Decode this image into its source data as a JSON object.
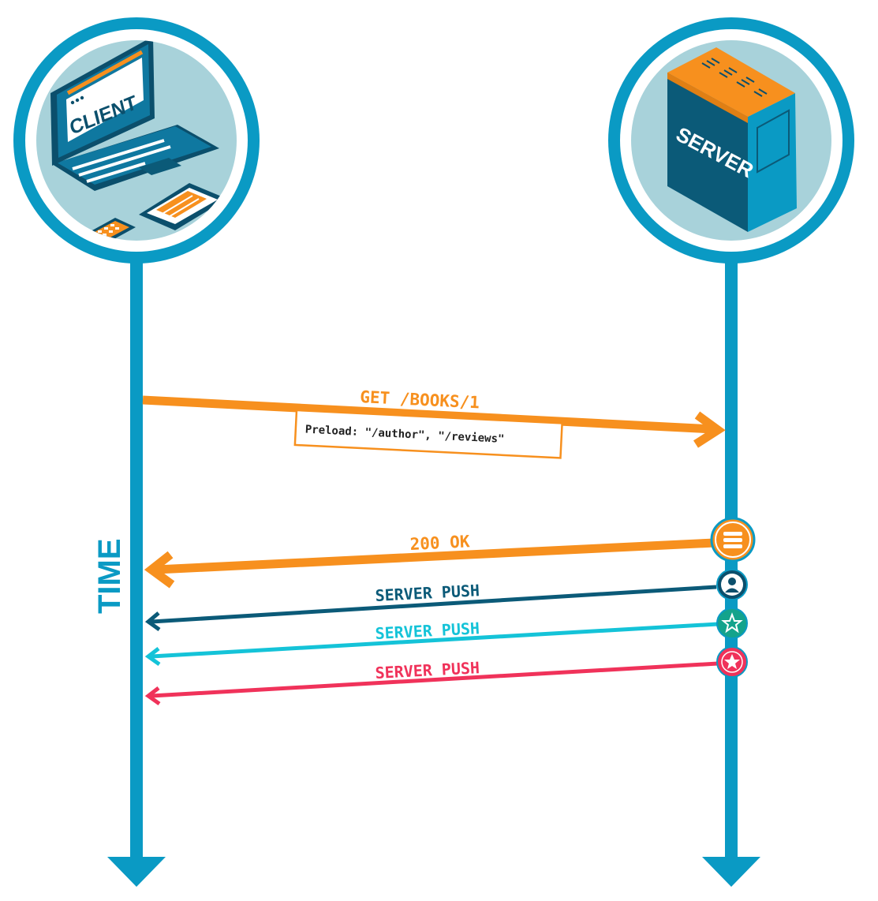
{
  "colors": {
    "timeline": "#0a9ac4",
    "circle_fill": "#a8d2da",
    "orange": "#f7901e",
    "navy": "#0b5a78",
    "cyan": "#14c3d8",
    "red": "#f0325a",
    "dark_blue": "#0b4f6c"
  },
  "client": {
    "label": "CLIENT",
    "icon": "laptop-phone-tablet"
  },
  "server": {
    "label": "SERVER",
    "icon": "server-tower"
  },
  "time_label": "TIME",
  "request": {
    "label": "GET /BOOKS/1",
    "header": "Preload: \"/author\", \"/reviews\""
  },
  "messages": [
    {
      "label": "200 OK",
      "color": "orange",
      "icon": "stack-icon"
    },
    {
      "label": "SERVER PUSH",
      "color": "navy",
      "icon": "user-icon"
    },
    {
      "label": "SERVER PUSH",
      "color": "cyan",
      "icon": "star-icon"
    },
    {
      "label": "SERVER PUSH",
      "color": "red",
      "icon": "star-icon"
    }
  ]
}
